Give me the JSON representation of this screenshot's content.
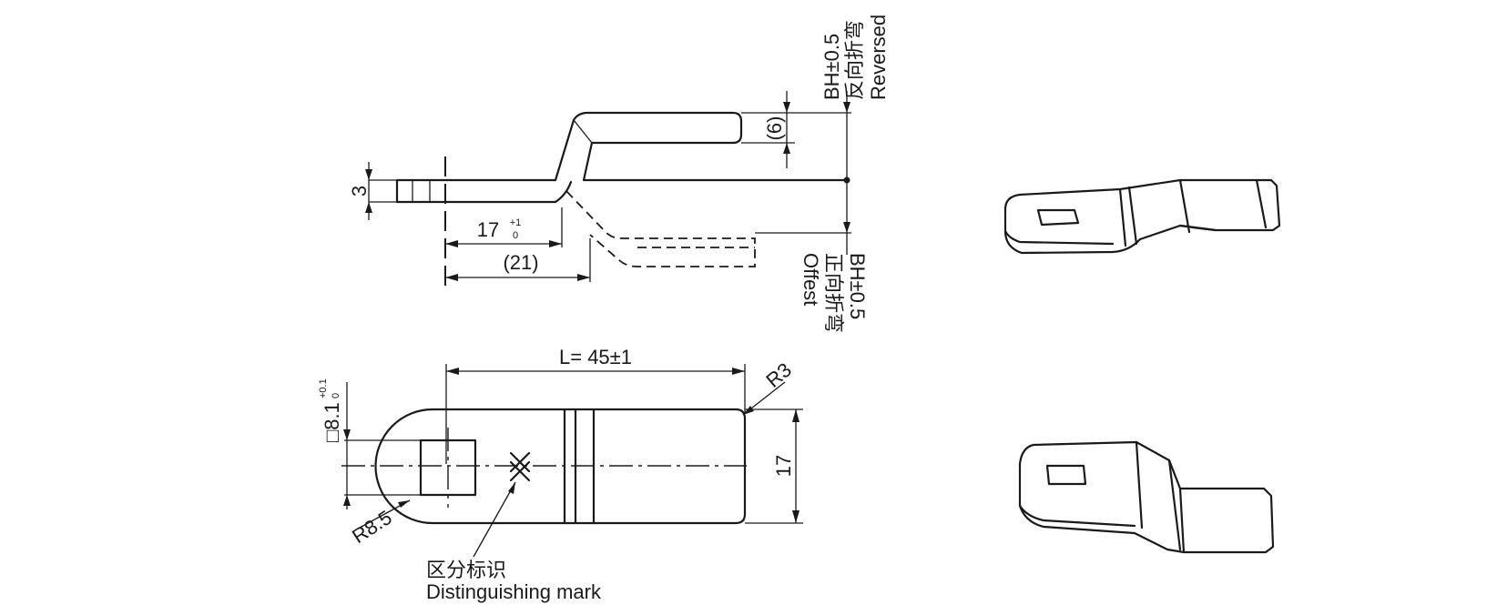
{
  "dimensions": {
    "thickness": "3",
    "offset_len_main": "17",
    "offset_len_tol_upper": "+1",
    "offset_len_tol_lower": "0",
    "overall_ref": "(21)",
    "rise": "(6)",
    "length": "L= 45±1",
    "radius_tip": "R3",
    "width": "17",
    "square_main": "□8.1",
    "square_tol_upper": "+0.1",
    "square_tol_lower": "0",
    "radius_end": "R8.5"
  },
  "bend_labels": {
    "reversed_dim": "BH±0.5",
    "reversed_cn": "反向折弯",
    "reversed_en": "Reversed",
    "offset_dim": "BH±0.5",
    "offset_cn": "正向折弯",
    "offset_en": "Offest"
  },
  "mark": {
    "cn": "区分标识",
    "en": "Distinguishing mark"
  }
}
